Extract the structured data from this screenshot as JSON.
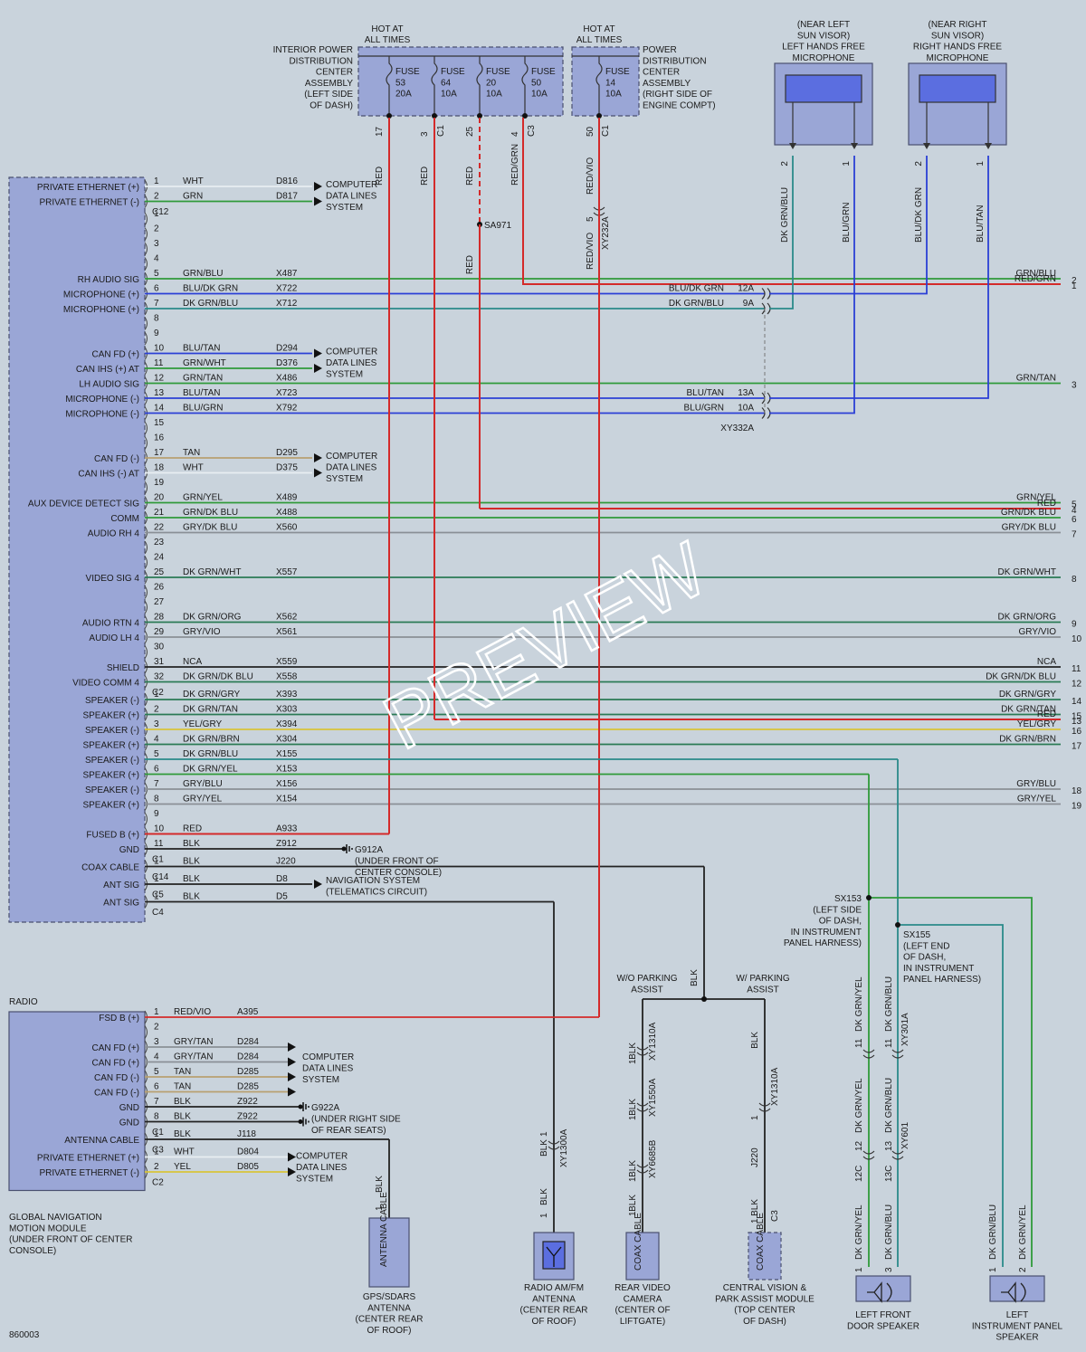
{
  "diagram_id": "860003",
  "watermark": "PREVIEW",
  "fuse_box_interior": {
    "hot_label": [
      "HOT AT",
      "ALL TIMES"
    ],
    "name": [
      "INTERIOR POWER",
      "DISTRIBUTION",
      "CENTER",
      "ASSEMBLY",
      "(LEFT SIDE",
      "OF DASH)"
    ],
    "fuses": [
      {
        "label": [
          "FUSE",
          "53",
          "20A"
        ],
        "pin": "17",
        "conn": "",
        "wire": "RED"
      },
      {
        "label": [
          "FUSE",
          "64",
          "10A"
        ],
        "pin": "3",
        "conn": "C1",
        "wire": "RED"
      },
      {
        "label": [
          "FUSE",
          "20",
          "10A"
        ],
        "pin": "25",
        "conn": "",
        "wire": "RED"
      },
      {
        "label": [
          "FUSE",
          "50",
          "10A"
        ],
        "pin": "4",
        "conn": "C3",
        "wire": "RED/GRN"
      }
    ]
  },
  "fuse_box_engine": {
    "hot_label": [
      "HOT AT",
      "ALL TIMES"
    ],
    "name": [
      "POWER",
      "DISTRIBUTION",
      "CENTER",
      "ASSEMBLY",
      "(RIGHT SIDE OF",
      "ENGINE COMPT)"
    ],
    "fuse": {
      "label": [
        "FUSE",
        "14",
        "10A"
      ],
      "pin": "50",
      "conn": "C1",
      "wire": "RED/VIO"
    },
    "inline": {
      "pin": "5",
      "conn": "XY232A",
      "wire": "RED/VIO"
    }
  },
  "splice_sa971": "SA971",
  "mic_left": {
    "title": [
      "(NEAR LEFT",
      "SUN VISOR)",
      "LEFT HANDS FREE",
      "MICROPHONE"
    ],
    "pins": [
      "2",
      "1"
    ],
    "wires": [
      "DK GRN/BLU",
      "BLU/GRN"
    ]
  },
  "mic_right": {
    "title": [
      "(NEAR RIGHT",
      "SUN VISOR)",
      "RIGHT HANDS FREE",
      "MICROPHONE"
    ],
    "pins": [
      "2",
      "1"
    ],
    "wires": [
      "BLU/DK GRN",
      "BLU/TAN"
    ]
  },
  "radio": {
    "name": "RADIO",
    "rows": [
      {
        "pin": "1",
        "func": "PRIVATE ETHERNET (+)",
        "color": "WHT",
        "circuit": "D816"
      },
      {
        "pin": "2",
        "func": "PRIVATE ETHERNET (-)",
        "color": "GRN",
        "circuit": "D817"
      },
      {
        "conn": "C12"
      },
      {
        "pin": "1"
      },
      {
        "pin": "2"
      },
      {
        "pin": "3"
      },
      {
        "pin": "4"
      },
      {
        "pin": "5",
        "func": "RH AUDIO SIG",
        "color": "GRN/BLU",
        "circuit": "X487"
      },
      {
        "pin": "6",
        "func": "MICROPHONE (+)",
        "color": "BLU/DK GRN",
        "circuit": "X722"
      },
      {
        "pin": "7",
        "func": "MICROPHONE (+)",
        "color": "DK GRN/BLU",
        "circuit": "X712"
      },
      {
        "pin": "8"
      },
      {
        "pin": "9"
      },
      {
        "pin": "10",
        "func": "CAN FD (+)",
        "color": "BLU/TAN",
        "circuit": "D294"
      },
      {
        "pin": "11",
        "func": "CAN IHS (+) AT",
        "color": "GRN/WHT",
        "circuit": "D376"
      },
      {
        "pin": "12",
        "func": "LH AUDIO SIG",
        "color": "GRN/TAN",
        "circuit": "X486"
      },
      {
        "pin": "13",
        "func": "MICROPHONE (-)",
        "color": "BLU/TAN",
        "circuit": "X723"
      },
      {
        "pin": "14",
        "func": "MICROPHONE (-)",
        "color": "BLU/GRN",
        "circuit": "X792"
      },
      {
        "pin": "15"
      },
      {
        "pin": "16"
      },
      {
        "pin": "17",
        "func": "CAN FD (-)",
        "color": "TAN",
        "circuit": "D295"
      },
      {
        "pin": "18",
        "func": "CAN IHS (-) AT",
        "color": "WHT",
        "circuit": "D375"
      },
      {
        "pin": "19"
      },
      {
        "pin": "20",
        "func": "AUX DEVICE DETECT SIG",
        "color": "GRN/YEL",
        "circuit": "X489"
      },
      {
        "pin": "21",
        "func": "COMM",
        "color": "GRN/DK BLU",
        "circuit": "X488"
      },
      {
        "pin": "22",
        "func": "AUDIO RH 4",
        "color": "GRY/DK BLU",
        "circuit": "X560"
      },
      {
        "pin": "23"
      },
      {
        "pin": "24"
      },
      {
        "pin": "25",
        "func": "VIDEO SIG 4",
        "color": "DK GRN/WHT",
        "circuit": "X557"
      },
      {
        "pin": "26"
      },
      {
        "pin": "27"
      },
      {
        "pin": "28",
        "func": "AUDIO RTN 4",
        "color": "DK GRN/ORG",
        "circuit": "X562"
      },
      {
        "pin": "29",
        "func": "AUDIO LH 4",
        "color": "GRY/VIO",
        "circuit": "X561"
      },
      {
        "pin": "30"
      },
      {
        "pin": "31",
        "func": "SHIELD",
        "color": "NCA",
        "circuit": "X559"
      },
      {
        "pin": "32",
        "func": "VIDEO COMM 4",
        "color": "DK GRN/DK BLU",
        "circuit": "X558"
      },
      {
        "conn": "C2"
      },
      {
        "pin": "1",
        "func": "SPEAKER (-)",
        "color": "DK GRN/GRY",
        "circuit": "X393"
      },
      {
        "pin": "2",
        "func": "SPEAKER (+)",
        "color": "DK GRN/TAN",
        "circuit": "X303"
      },
      {
        "pin": "3",
        "func": "SPEAKER (-)",
        "color": "YEL/GRY",
        "circuit": "X394"
      },
      {
        "pin": "4",
        "func": "SPEAKER (+)",
        "color": "DK GRN/BRN",
        "circuit": "X304"
      },
      {
        "pin": "5",
        "func": "SPEAKER (-)",
        "color": "DK GRN/BLU",
        "circuit": "X155"
      },
      {
        "pin": "6",
        "func": "SPEAKER (+)",
        "color": "DK GRN/YEL",
        "circuit": "X153"
      },
      {
        "pin": "7",
        "func": "SPEAKER (-)",
        "color": "GRY/BLU",
        "circuit": "X156"
      },
      {
        "pin": "8",
        "func": "SPEAKER (+)",
        "color": "GRY/YEL",
        "circuit": "X154"
      },
      {
        "pin": "9"
      },
      {
        "pin": "10",
        "func": "FUSED B (+)",
        "color": "RED",
        "circuit": "A933"
      },
      {
        "pin": "11",
        "func": "GND",
        "color": "BLK",
        "circuit": "Z912"
      },
      {
        "conn": "C1"
      },
      {
        "pin": "1",
        "func": "COAX CABLE",
        "color": "BLK",
        "circuit": "J220"
      },
      {
        "conn": "C14"
      },
      {
        "pin": "1",
        "func": "ANT SIG",
        "color": "BLK",
        "circuit": "D8"
      },
      {
        "conn": "C5"
      },
      {
        "pin": "1",
        "func": "ANT SIG",
        "color": "BLK",
        "circuit": "D5"
      },
      {
        "conn": "C4"
      }
    ]
  },
  "computer_data_lines": [
    "COMPUTER",
    "DATA LINES",
    "SYSTEM"
  ],
  "nav_system": [
    "NAVIGATION SYSTEM",
    "(TELEMATICS CIRCUIT)"
  ],
  "ground_g912a": [
    "G912A",
    "(UNDER FRONT OF",
    "CENTER CONSOLE)"
  ],
  "ground_g922a": [
    "G922A",
    "(UNDER RIGHT SIDE",
    "OF REAR SEATS)"
  ],
  "right_edge": [
    {
      "pin": "1",
      "wire": "RED/GRN"
    },
    {
      "pin": "2",
      "wire": "GRN/BLU"
    },
    {
      "pin": "3",
      "wire": "GRN/TAN"
    },
    {
      "pin": "4",
      "wire": "RED"
    },
    {
      "pin": "5",
      "wire": "GRN/YEL"
    },
    {
      "pin": "6",
      "wire": "GRN/DK BLU"
    },
    {
      "pin": "7",
      "wire": "GRY/DK BLU"
    },
    {
      "pin": "8",
      "wire": "DK GRN/WHT"
    },
    {
      "pin": "9",
      "wire": "DK GRN/ORG"
    },
    {
      "pin": "10",
      "wire": "GRY/VIO"
    },
    {
      "pin": "11",
      "wire": "NCA"
    },
    {
      "pin": "12",
      "wire": "DK GRN/DK BLU"
    },
    {
      "pin": "13",
      "wire": "RED"
    },
    {
      "pin": "14",
      "wire": "DK GRN/GRY"
    },
    {
      "pin": "15",
      "wire": "DK GRN/TAN"
    },
    {
      "pin": "16",
      "wire": "YEL/GRY"
    },
    {
      "pin": "17",
      "wire": "DK GRN/BRN"
    },
    {
      "pin": "18",
      "wire": "GRY/BLU"
    },
    {
      "pin": "19",
      "wire": "GRY/YEL"
    }
  ],
  "inline_mic": [
    {
      "wire": "BLU/DK GRN",
      "pin": "12A"
    },
    {
      "wire": "DK GRN/BLU",
      "pin": "9A"
    },
    {
      "wire": "BLU/TAN",
      "pin": "13A"
    },
    {
      "wire": "BLU/GRN",
      "pin": "10A"
    },
    {
      "conn": "XY332A"
    }
  ],
  "sx153": [
    "SX153",
    "(LEFT SIDE",
    "OF DASH,",
    "IN INSTRUMENT",
    "PANEL HARNESS)"
  ],
  "sx155": [
    "SX155",
    "(LEFT END",
    "OF DASH,",
    "IN INSTRUMENT",
    "PANEL HARNESS)"
  ],
  "speaker_inline": {
    "conn_a": "XY301A",
    "conn_b": "XY601",
    "pins_a": [
      "11",
      "11"
    ],
    "pins_b": [
      "12",
      "13"
    ],
    "labels_b": [
      "12C",
      "13C"
    ],
    "wire_left": "DK GRN/YEL",
    "wire_right": "DK GRN/BLU",
    "upper_wires": [
      "DK GRN/YEL",
      "DK GRN/BLU"
    ]
  },
  "left_front_speaker": {
    "name": [
      "LEFT FRONT",
      "DOOR SPEAKER"
    ],
    "pins": [
      "1",
      "3"
    ],
    "wires": [
      "DK GRN/YEL",
      "DK GRN/BLU"
    ]
  },
  "left_ip_speaker": {
    "name": [
      "LEFT",
      "INSTRUMENT PANEL",
      "SPEAKER"
    ],
    "pins": [
      "1",
      "2"
    ],
    "wires": [
      "DK GRN/BLU",
      "DK GRN/YEL"
    ]
  },
  "park_assist": {
    "wo": [
      "W/O PARKING",
      "ASSIST"
    ],
    "w": [
      "W/ PARKING",
      "ASSIST"
    ],
    "wire": "BLK",
    "left_chain": [
      {
        "conn": "XY1310A",
        "pin": "1",
        "wire": "BLK"
      },
      {
        "conn": "XY1550A",
        "pin": "1",
        "wire": "BLK"
      },
      {
        "conn": "XY6685B",
        "pin": "1",
        "wire": "BLK"
      },
      {
        "pin": "1",
        "wire": "BLK"
      }
    ],
    "right_chain": [
      {
        "conn": "XY1310A",
        "pin": "1",
        "wire": "BLK"
      },
      {
        "circuit": "J220"
      },
      {
        "pin": "1",
        "conn": "C3",
        "wire": "BLK"
      }
    ]
  },
  "rear_camera": {
    "icon": "COAX CABLE",
    "name": [
      "REAR VIDEO",
      "CAMERA",
      "(CENTER OF",
      "LIFTGATE)"
    ]
  },
  "central_vision": {
    "icon": "COAX CABLE",
    "name": [
      "CENTRAL VISION &",
      "PARK ASSIST MODULE",
      "(TOP CENTER",
      "OF DASH)"
    ]
  },
  "radio_antenna": {
    "name": [
      "RADIO AM/FM",
      "ANTENNA",
      "(CENTER REAR",
      "OF ROOF)"
    ],
    "conn": "XY1300A",
    "pins": [
      "1",
      "1"
    ],
    "wires": [
      "BLK",
      "BLK"
    ]
  },
  "gps_antenna": {
    "icon": "ANTENNA CABLE",
    "name": [
      "GPS/SDARS",
      "ANTENNA",
      "(CENTER REAR",
      "OF ROOF)"
    ],
    "pin": "1",
    "wire": "BLK"
  },
  "gnmm": {
    "name": [
      "GLOBAL NAVIGATION",
      "MOTION MODULE",
      "(UNDER FRONT OF CENTER",
      "CONSOLE)"
    ],
    "rows": [
      {
        "pin": "1",
        "func": "FSD B (+)",
        "color": "RED/VIO",
        "circuit": "A395"
      },
      {
        "pin": "2"
      },
      {
        "pin": "3",
        "func": "CAN FD (+)",
        "color": "GRY/TAN",
        "circuit": "D284"
      },
      {
        "pin": "4",
        "func": "CAN FD (+)",
        "color": "GRY/TAN",
        "circuit": "D284"
      },
      {
        "pin": "5",
        "func": "CAN FD (-)",
        "color": "TAN",
        "circuit": "D285"
      },
      {
        "pin": "6",
        "func": "CAN FD (-)",
        "color": "TAN",
        "circuit": "D285"
      },
      {
        "pin": "7",
        "func": "GND",
        "color": "BLK",
        "circuit": "Z922"
      },
      {
        "pin": "8",
        "func": "GND",
        "color": "BLK",
        "circuit": "Z922"
      },
      {
        "conn": "C1"
      },
      {
        "pin": "1",
        "func": "ANTENNA CABLE",
        "color": "BLK",
        "circuit": "J118"
      },
      {
        "conn": "C3"
      },
      {
        "pin": "1",
        "func": "PRIVATE ETHERNET (+)",
        "color": "WHT",
        "circuit": "D804"
      },
      {
        "pin": "2",
        "func": "PRIVATE ETHERNET (-)",
        "color": "YEL",
        "circuit": "D805"
      },
      {
        "conn": "C2"
      }
    ]
  },
  "colors": {
    "red": "#d42a2a",
    "green": "#2f9a3a",
    "blue": "#2b3fd6",
    "dkgreen": "#2a7a55",
    "gray": "#8a8f96",
    "yellow": "#d8c43a",
    "tan": "#b8a070",
    "black": "#222222",
    "violet": "#b57ab8",
    "teal": "#2a8a8a",
    "white": "#e8eef2",
    "box": "#9aa6d6",
    "wire_default": "#3a3a3a"
  }
}
